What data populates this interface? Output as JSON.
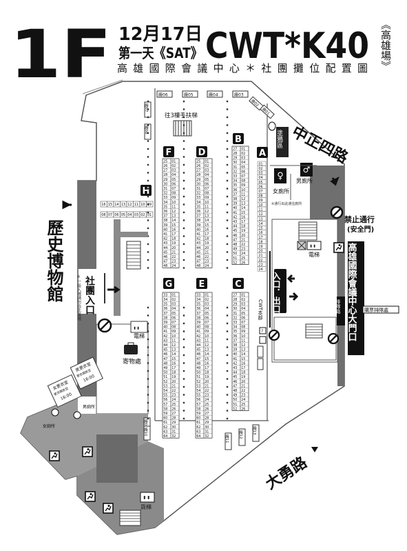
{
  "header": {
    "floor": "1F",
    "date": "12月17日",
    "day": "第一天《SAT》",
    "event": "CWT*K40",
    "subtitle": "高雄國際會議中心＊社團攤位配置圖",
    "venue_vertical": "《高雄場》"
  },
  "streets": {
    "zhongzheng": "中正四路",
    "history_museum": "歷史博物館",
    "dayong": "大勇路"
  },
  "labels": {
    "stairs_3f": "往3樓手扶梯",
    "club_entrance": "社團入口",
    "club_entrance_note": "※一般入場請勿由此進場",
    "elevator_left": "電梯",
    "storage": "寄物處",
    "womens_restroom": "女廁所",
    "mens_restroom": "男廁所",
    "restroom_note": "※通行出此通往廁所",
    "no_entry": "禁止通行",
    "safety_door": "(安全門)",
    "elevator_right": "電梯",
    "entrance_exit": "入口．出口",
    "main_gate": "高雄國際會議中心大門口",
    "ticket_line": "購票排隊處",
    "queue": "排隊路",
    "cwt_hq": "CWT本部",
    "coloring_area": "塗鴉區",
    "cosplay_room_f": "女更衣室",
    "cosplay_room_m": "男更衣室",
    "cosplay_open_f": "更衣開放至",
    "cosplay_open_m": "更衣開放至",
    "cosplay_time_f": "16:00",
    "cosplay_time_m": "16:00",
    "freight_elevator": "貨梯",
    "mens_small": "男廁所",
    "womens_small": "女廁所"
  },
  "booth_top": [
    "廠06",
    "廠05",
    "廠04",
    "廠03"
  ],
  "booth_top_right": [
    "廠02",
    "廠01"
  ],
  "booth_left_col": [
    "廠07",
    "廠08"
  ],
  "booth_bottom": [
    "廠11",
    "廠12",
    "廠13"
  ],
  "booth_bottom_b": [
    "廠09",
    "廠10"
  ],
  "booth_h_row1": [
    "16",
    "15",
    "14",
    "13",
    "12",
    "11",
    "10",
    "09"
  ],
  "booth_h_row2": [
    "08",
    "07",
    "06",
    "05",
    "04",
    "03",
    "02",
    "01"
  ],
  "areas": [
    {
      "letter": "F",
      "name": "area-f"
    },
    {
      "letter": "D",
      "name": "area-d"
    },
    {
      "letter": "B",
      "name": "area-b"
    },
    {
      "letter": "A",
      "name": "area-a"
    },
    {
      "letter": "H",
      "name": "area-h"
    },
    {
      "letter": "G",
      "name": "area-g"
    },
    {
      "letter": "E",
      "name": "area-e"
    },
    {
      "letter": "C",
      "name": "area-c"
    }
  ],
  "grid_fd": {
    "left": [
      "25",
      "26",
      "27",
      "28",
      "29",
      "30",
      "31",
      "32",
      "33",
      "34",
      "35",
      "36",
      "37",
      "38",
      "39",
      "40",
      "41",
      "42",
      "43",
      "44",
      "45",
      "46",
      "47",
      "48"
    ],
    "right": [
      "01",
      "02",
      "03",
      "04",
      "05",
      "06",
      "07",
      "08",
      "09",
      "10",
      "11",
      "12",
      "13",
      "14",
      "15",
      "16",
      "17",
      "18",
      "19",
      "20",
      "21",
      "22",
      "23",
      "24"
    ]
  },
  "grid_b": {
    "left": [
      "27",
      "28",
      "29",
      "30",
      "31",
      "32",
      "33",
      "34",
      "35",
      "36",
      "37",
      "38",
      "39",
      "40",
      "41",
      "42",
      "43",
      "44",
      "45",
      "46",
      "47",
      "48",
      "49",
      "50",
      "51",
      "52"
    ],
    "right": [
      "01",
      "02",
      "03",
      "04",
      "05",
      "06",
      "07",
      "08",
      "09",
      "10",
      "11",
      "12",
      "13",
      "14",
      "15",
      "16",
      "17",
      "18",
      "19",
      "20",
      "21",
      "22",
      "23",
      "24",
      "25",
      "26"
    ]
  },
  "grid_ge": {
    "left": [
      "33",
      "34",
      "35",
      "36",
      "37",
      "38",
      "39",
      "40",
      "41",
      "42",
      "43",
      "44",
      "45",
      "46",
      "47",
      "48",
      "49",
      "50",
      "51",
      "52",
      "53",
      "54",
      "55",
      "56",
      "57",
      "58",
      "59",
      "60",
      "61",
      "62",
      "63",
      "64"
    ],
    "right": [
      "01",
      "02",
      "03",
      "04",
      "05",
      "06",
      "07",
      "08",
      "09",
      "10",
      "11",
      "12",
      "13",
      "14",
      "15",
      "16",
      "17",
      "18",
      "19",
      "20",
      "21",
      "22",
      "23",
      "24",
      "25",
      "26",
      "27",
      "28",
      "29",
      "30",
      "31",
      "32"
    ]
  },
  "grid_c": {
    "left": [
      "27",
      "28",
      "29",
      "30",
      "31",
      "32",
      "33",
      "34",
      "35",
      "36",
      "37",
      "38",
      "39",
      "40",
      "41",
      "42",
      "43",
      "44",
      "45",
      "46",
      "47",
      "48",
      "49",
      "50",
      "51",
      "52"
    ],
    "right": [
      "01",
      "02",
      "03",
      "04",
      "05",
      "06",
      "07",
      "08",
      "09",
      "10",
      "11",
      "12",
      "13",
      "14",
      "15",
      "16",
      "17",
      "18",
      "19",
      "20",
      "21",
      "22",
      "23",
      "24",
      "25",
      "26"
    ]
  },
  "grid_a": [
    "01",
    "02",
    "03",
    "04",
    "05",
    "06",
    "07",
    "08",
    "09",
    "10",
    "11",
    "12",
    "13",
    "14",
    "15",
    "16",
    "17",
    "18",
    "19",
    "20",
    "21",
    "22",
    "23",
    "24"
  ]
}
